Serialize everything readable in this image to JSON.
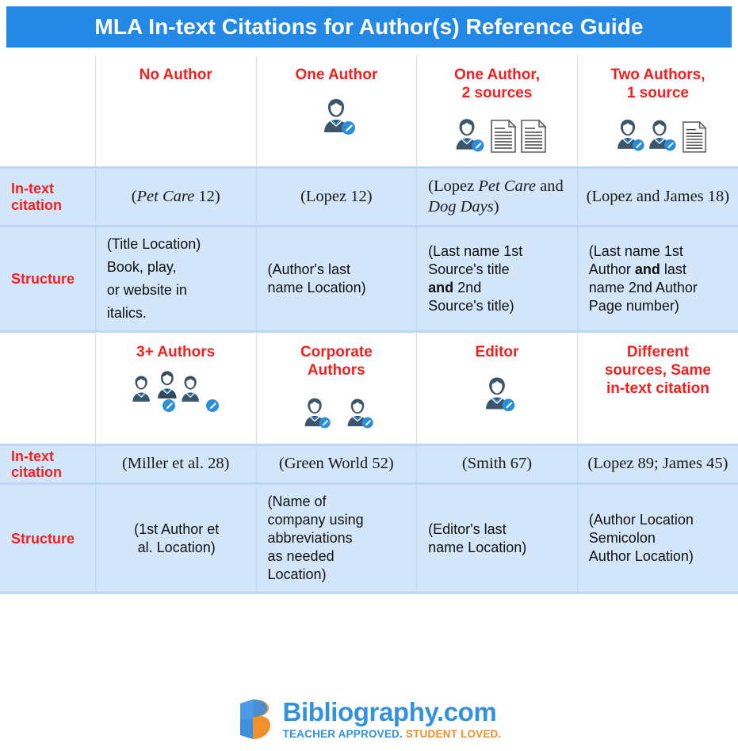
{
  "header": {
    "title": "MLA In-text Citations for Author(s) Reference Guide",
    "bar_color": "#2489e5",
    "title_color": "#ffffff"
  },
  "theme": {
    "accent_red": "#f42020",
    "band_blue": "#d2e5f9",
    "divider_blue": "#bcd7f3",
    "logo_blue": "#3291e0",
    "logo_orange": "#f0902a"
  },
  "table": {
    "row_labels": {
      "in_text": "In-text\ncitation",
      "in_text_line1": "In-text",
      "in_text_line2": "citation",
      "structure": "Structure"
    },
    "blocks": [
      {
        "columns": [
          {
            "heading_line1": "No Author",
            "heading_line2": "",
            "icon": "none",
            "citation_parts": [
              {
                "text": "(",
                "style": "regular"
              },
              {
                "text": "Pet Care",
                "style": "italic"
              },
              {
                "text": " 12)",
                "style": "regular"
              }
            ],
            "citation_plain": "(Pet Care 12)",
            "structure_lines": [
              "(Title Location)",
              "Book, play,",
              "or website in",
              "italics."
            ]
          },
          {
            "heading_line1": "One Author",
            "heading_line2": "",
            "icon": "person-male",
            "citation_parts": [
              {
                "text": "(Lopez 12)",
                "style": "regular"
              }
            ],
            "citation_plain": "(Lopez 12)",
            "structure_lines": [
              "(Author's last",
              "name Location)"
            ]
          },
          {
            "heading_line1": "One Author,",
            "heading_line2": "2 sources",
            "icon": "person-female-plus-two-documents",
            "citation_parts": [
              {
                "text": "(Lopez ",
                "style": "regular"
              },
              {
                "text": "Pet Care",
                "style": "italic"
              },
              {
                "text": " and ",
                "style": "regular"
              },
              {
                "text": "Dog Days",
                "style": "italic"
              },
              {
                "text": ")",
                "style": "regular"
              }
            ],
            "citation_plain": "(Lopez Pet Care and Dog Days)",
            "structure_lines": [
              "(Last name 1st",
              "Source's title",
              "and 2nd",
              "Source's title)"
            ],
            "structure_bold_words": [
              "and"
            ]
          },
          {
            "heading_line1": "Two Authors,",
            "heading_line2": "1 source",
            "icon": "two-people-plus-document",
            "citation_parts": [
              {
                "text": "(Lopez and James 18)",
                "style": "regular"
              }
            ],
            "citation_plain": "(Lopez and James 18)",
            "structure_lines": [
              "(Last name 1st",
              "Author and last",
              "name 2nd Author",
              "Page number)"
            ],
            "structure_bold_words": [
              "and"
            ]
          }
        ]
      },
      {
        "columns": [
          {
            "heading_line1": "3+ Authors",
            "heading_line2": "",
            "icon": "three-people",
            "citation_parts": [
              {
                "text": "(Miller et al. 28)",
                "style": "regular"
              }
            ],
            "citation_plain": "(Miller et al. 28)",
            "structure_lines": [
              "(1st Author et",
              "al. Location)"
            ]
          },
          {
            "heading_line1": "Corporate",
            "heading_line2": "Authors",
            "icon": "two-people",
            "citation_parts": [
              {
                "text": "(Green World 52)",
                "style": "regular"
              }
            ],
            "citation_plain": "(Green World 52)",
            "structure_lines": [
              "(Name of",
              "company using",
              "abbreviations",
              "as needed",
              "Location)"
            ]
          },
          {
            "heading_line1": "Editor",
            "heading_line2": "",
            "icon": "person-female",
            "citation_parts": [
              {
                "text": "(Smith 67)",
                "style": "regular"
              }
            ],
            "citation_plain": "(Smith 67)",
            "structure_lines": [
              "(Editor's last",
              "name Location)"
            ]
          },
          {
            "heading_line1": "Different",
            "heading_line2": "sources, Same",
            "heading_line3": "in-text citation",
            "icon": "none",
            "citation_parts": [
              {
                "text": "(Lopez 89; James 45)",
                "style": "regular"
              }
            ],
            "citation_plain": "(Lopez 89; James 45)",
            "structure_lines": [
              "(Author Location",
              "Semicolon",
              "Author Location)"
            ]
          }
        ]
      }
    ]
  },
  "footer": {
    "brand": "Bibliography.com",
    "tagline_part1": "TEACHER APPROVED.",
    "tagline_part2": " STUDENT LOVED."
  }
}
